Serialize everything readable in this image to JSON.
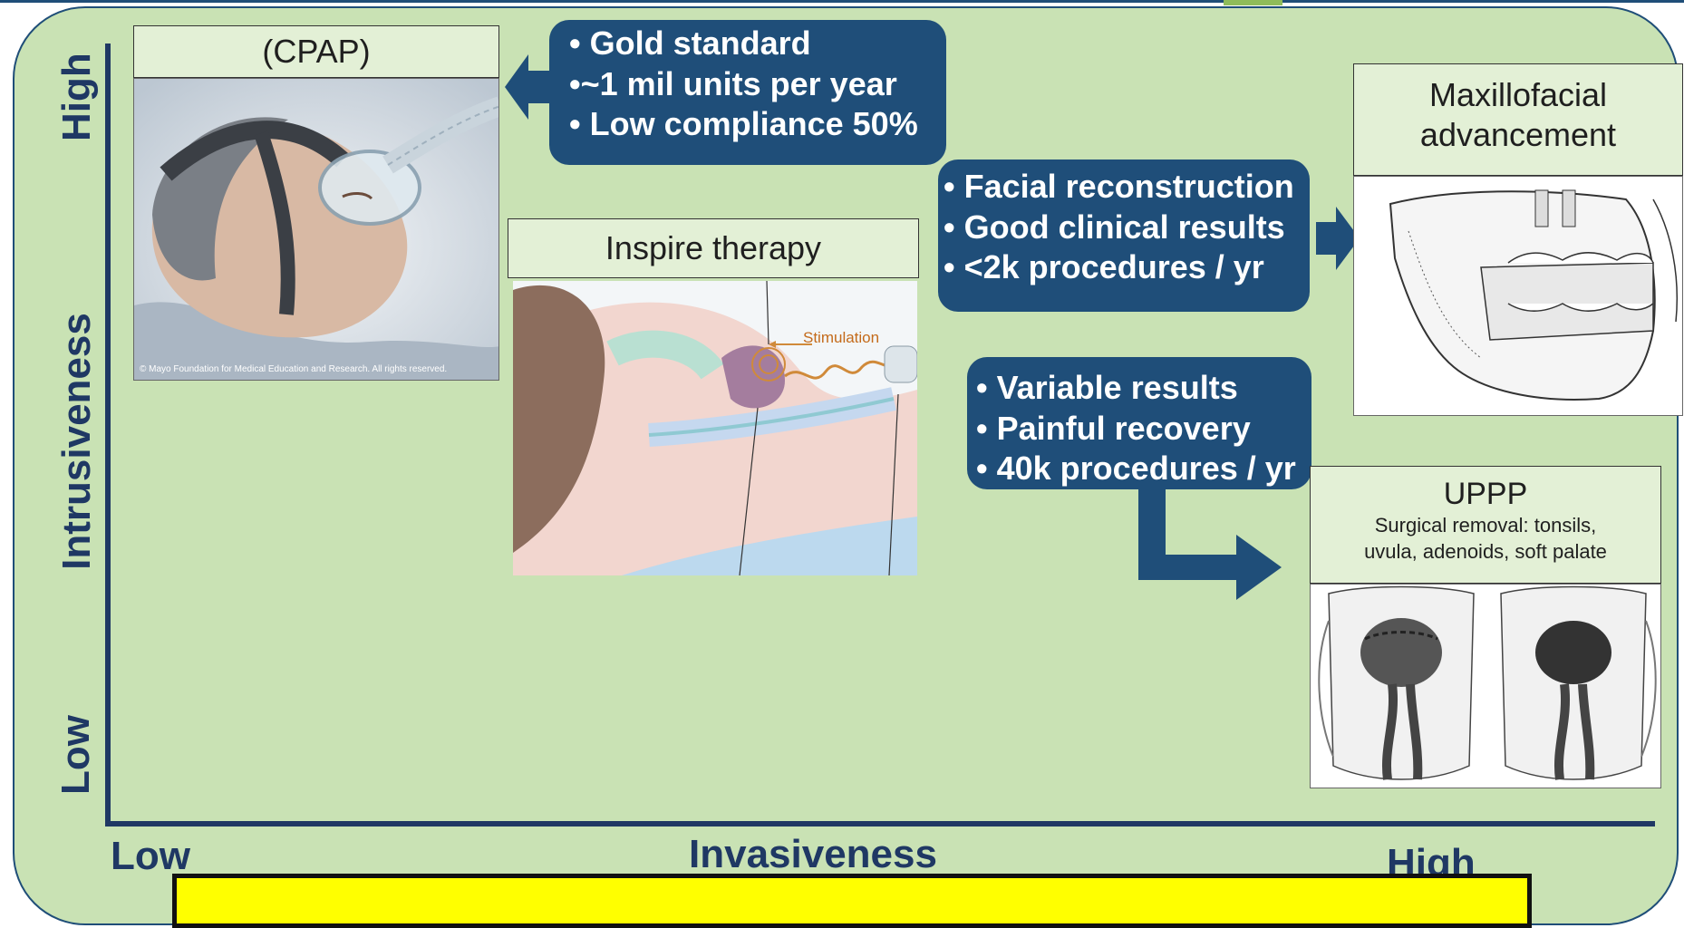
{
  "axes": {
    "y_high": "High",
    "y_label": "Intrusiveness",
    "y_low": "Low",
    "x_low": "Low",
    "x_label": "Invasiveness",
    "x_high": "High"
  },
  "cpap": {
    "title": "(CPAP)",
    "copyright": "© Mayo Foundation for Medical Education and Research.  All rights reserved.",
    "bullets": [
      "• Gold standard",
      "•~1 mil units per year",
      "• Low compliance 50%"
    ]
  },
  "inspire": {
    "title": "Inspire therapy",
    "stimulation": "Stimulation"
  },
  "maxillofacial": {
    "title_line1": "Maxillofacial",
    "title_line2": "advancement",
    "bullets": [
      "• Facial reconstruction",
      "• Good clinical results",
      "• <2k procedures / yr"
    ]
  },
  "uppp": {
    "title": "UPPP",
    "subtitle_line1": "Surgical removal: tonsils,",
    "subtitle_line2": "uvula, adenoids, soft palate",
    "bullets": [
      "• Variable results",
      "• Painful recovery",
      "• 40k procedures / yr"
    ]
  },
  "colors": {
    "background": "#c9e2b4",
    "callout": "#1f4e79",
    "axis": "#1f3864",
    "title_box": "#e3f0d6",
    "footer": "#ffff00"
  }
}
